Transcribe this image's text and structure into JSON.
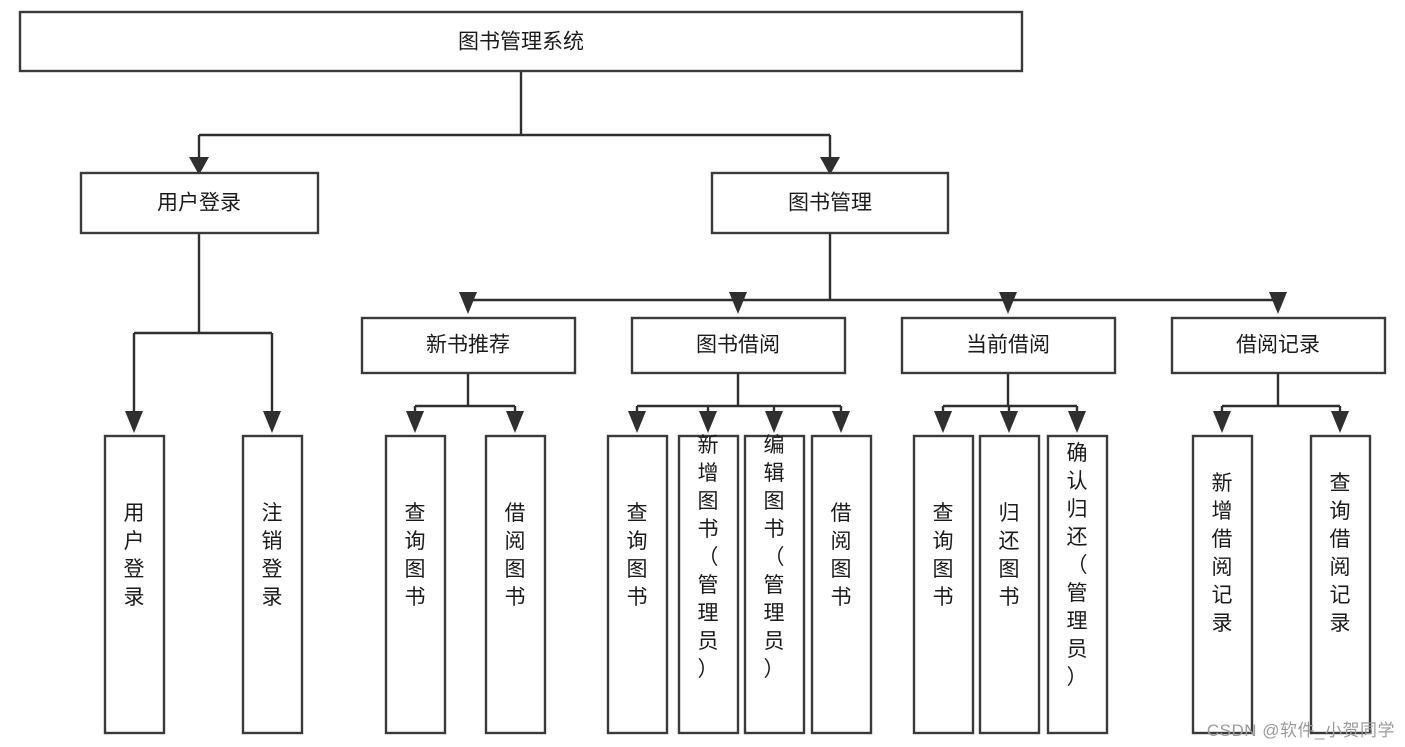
{
  "diagram": {
    "type": "tree-hierarchy",
    "title": "图书管理系统",
    "watermark": "CSDN @软件_小贺同学",
    "colors": {
      "background": "#ffffff",
      "box_fill": "#ffffff",
      "box_border": "#3a3a3a",
      "connector": "#2f2f2f",
      "text": "#1b1b1b",
      "watermark": "#9b9b9b"
    },
    "root": {
      "id": "root",
      "label": "图书管理系统",
      "orientation": "horizontal"
    },
    "level2": [
      {
        "id": "user-login",
        "label": "用户登录",
        "orientation": "horizontal"
      },
      {
        "id": "book-management",
        "label": "图书管理",
        "orientation": "horizontal"
      }
    ],
    "level3": [
      {
        "id": "new-book-recommend",
        "label": "新书推荐",
        "orientation": "horizontal",
        "parent": "book-management"
      },
      {
        "id": "book-borrow",
        "label": "图书借阅",
        "orientation": "horizontal",
        "parent": "book-management"
      },
      {
        "id": "current-borrow",
        "label": "当前借阅",
        "orientation": "horizontal",
        "parent": "book-management"
      },
      {
        "id": "borrow-record",
        "label": "借阅记录",
        "orientation": "horizontal",
        "parent": "book-management"
      }
    ],
    "leaves": {
      "user-login": [
        {
          "id": "leaf-user-login",
          "label": "用户登录",
          "orientation": "vertical"
        },
        {
          "id": "leaf-logout",
          "label": "注销登录",
          "orientation": "vertical"
        }
      ],
      "new-book-recommend": [
        {
          "id": "leaf-query-book-1",
          "label": "查询图书",
          "orientation": "vertical"
        },
        {
          "id": "leaf-borrow-book-1",
          "label": "借阅图书",
          "orientation": "vertical"
        }
      ],
      "book-borrow": [
        {
          "id": "leaf-query-book-2",
          "label": "查询图书",
          "orientation": "vertical"
        },
        {
          "id": "leaf-add-book",
          "label": "新增图书（管理员）",
          "orientation": "vertical"
        },
        {
          "id": "leaf-edit-book",
          "label": "编辑图书（管理员）",
          "orientation": "vertical"
        },
        {
          "id": "leaf-borrow-book-2",
          "label": "借阅图书",
          "orientation": "vertical"
        }
      ],
      "current-borrow": [
        {
          "id": "leaf-query-book-3",
          "label": "查询图书",
          "orientation": "vertical"
        },
        {
          "id": "leaf-return-book",
          "label": "归还图书",
          "orientation": "vertical"
        },
        {
          "id": "leaf-confirm-return",
          "label": "确认归还（管理员）",
          "orientation": "vertical"
        }
      ],
      "borrow-record": [
        {
          "id": "leaf-add-record",
          "label": "新增借阅记录",
          "orientation": "vertical"
        },
        {
          "id": "leaf-query-record",
          "label": "查询借阅记录",
          "orientation": "vertical"
        }
      ]
    }
  }
}
